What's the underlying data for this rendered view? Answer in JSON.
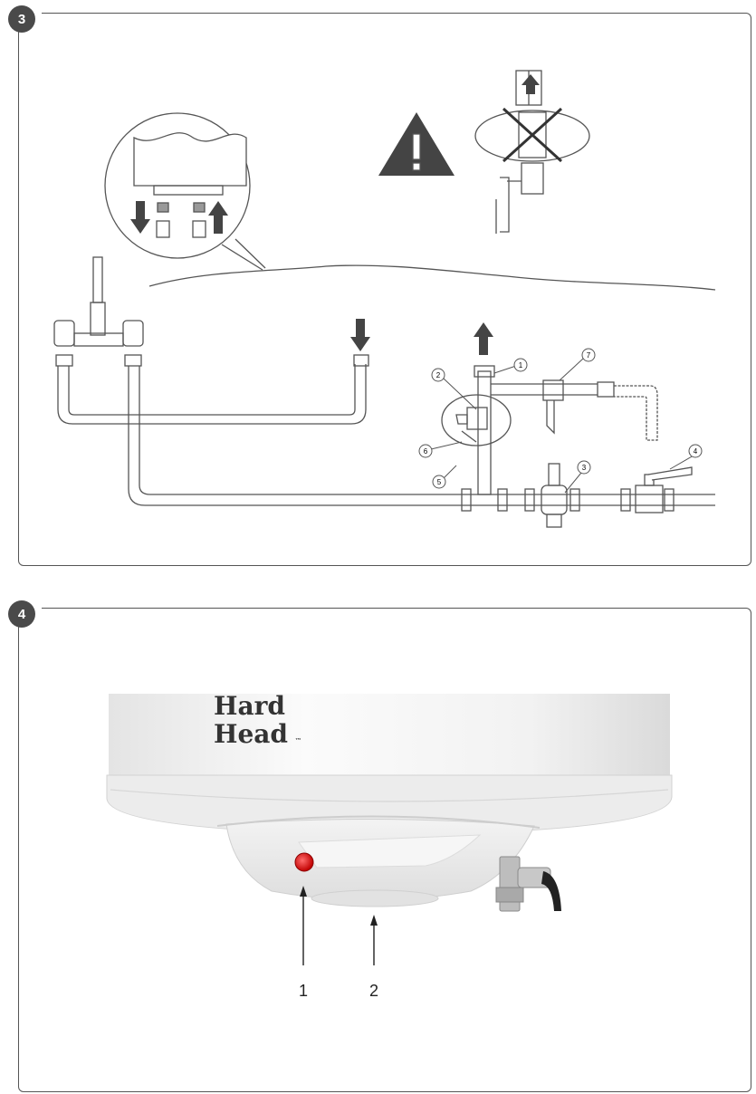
{
  "steps": [
    {
      "number": "3"
    },
    {
      "number": "4"
    }
  ],
  "diagram3": {
    "callouts": [
      "1",
      "2",
      "3",
      "4",
      "5",
      "6",
      "7"
    ],
    "icons": [
      "warning-icon",
      "flow-up-arrow",
      "flow-down-arrow",
      "crossed-out-icon"
    ]
  },
  "heater": {
    "brand_line1": "Hard",
    "brand_line2": "Head",
    "trademark": "™",
    "labels": [
      "1",
      "2"
    ]
  }
}
